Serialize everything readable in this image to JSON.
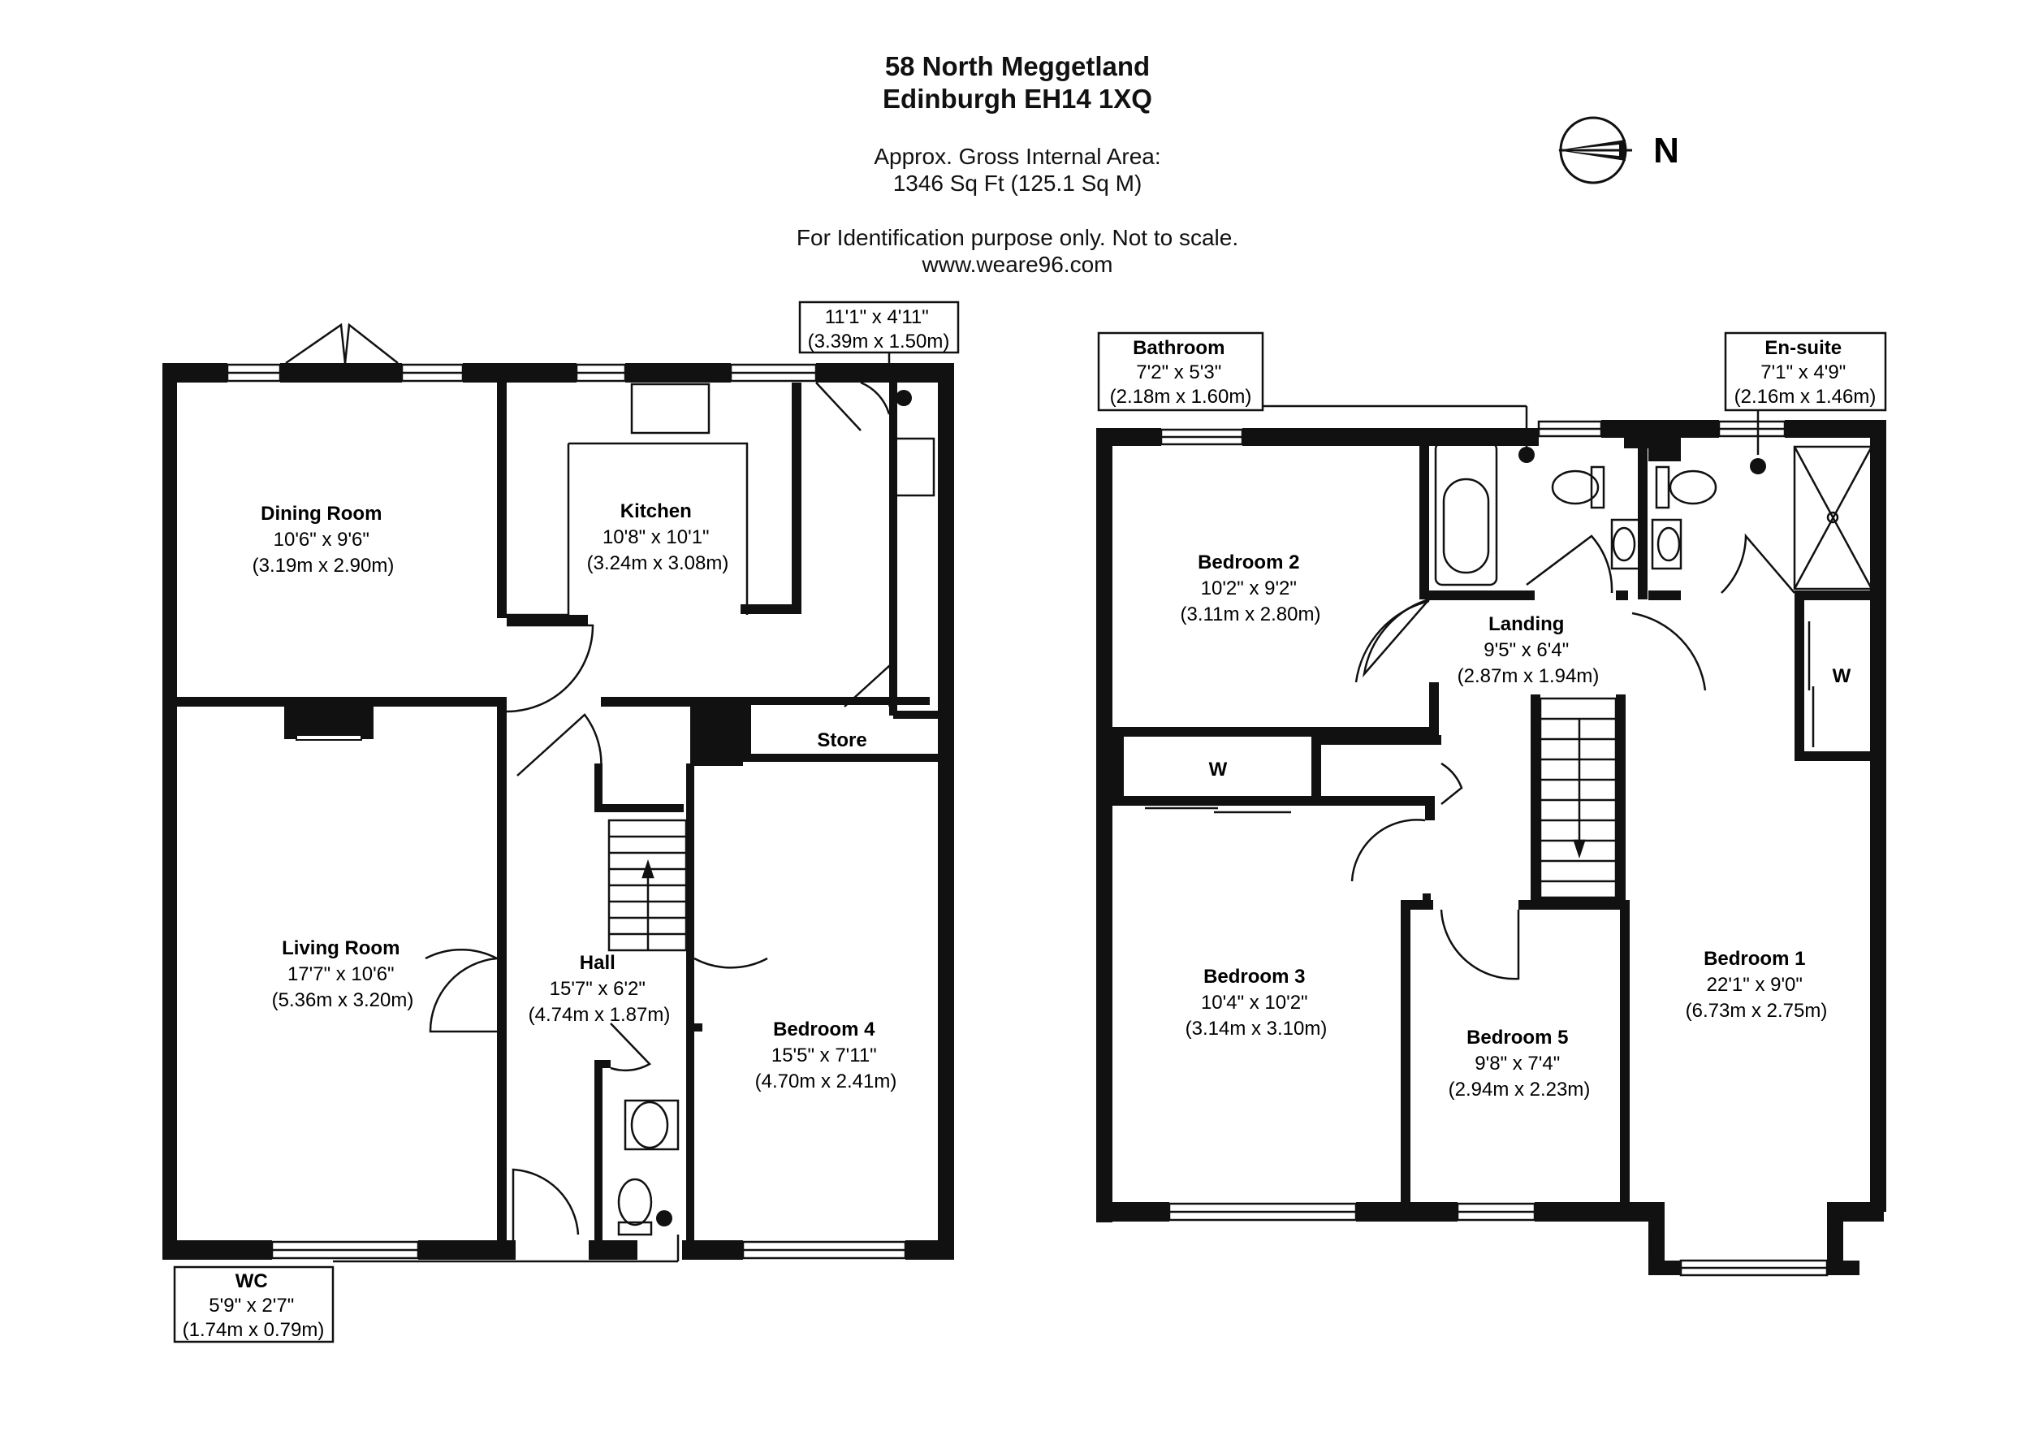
{
  "header": {
    "address_line1": "58 North Meggetland",
    "address_line2": "Edinburgh EH14 1XQ",
    "area_line1": "Approx. Gross Internal Area:",
    "area_line2": "1346 Sq Ft (125.1 Sq M)",
    "disclaimer": "For Identification purpose only. Not to scale.",
    "website": "www.weare96.com"
  },
  "compass": {
    "label": "N",
    "icon": "north-arrow-icon"
  },
  "ground_floor": {
    "rooms": [
      {
        "id": "dining-room",
        "name": "Dining Room",
        "imperial": "10'6\" x 9'6\"",
        "metric": "(3.19m x 2.90m)"
      },
      {
        "id": "kitchen",
        "name": "Kitchen",
        "imperial": "10'8\" x 10'1\"",
        "metric": "(3.24m x 3.08m)"
      },
      {
        "id": "living-room",
        "name": "Living Room",
        "imperial": "17'7\" x 10'6\"",
        "metric": "(5.36m x 3.20m)"
      },
      {
        "id": "hall",
        "name": "Hall",
        "imperial": "15'7\" x 6'2\"",
        "metric": "(4.74m x 1.87m)"
      },
      {
        "id": "bedroom-4",
        "name": "Bedroom 4",
        "imperial": "15'5\" x 7'11\"",
        "metric": "(4.70m x 2.41m)"
      },
      {
        "id": "store",
        "name": "Store"
      }
    ],
    "callouts": [
      {
        "id": "utility",
        "imperial": "11'1\" x 4'11\"",
        "metric": "(3.39m x 1.50m)"
      },
      {
        "id": "wc",
        "name": "WC",
        "imperial": "5'9\" x 2'7\"",
        "metric": "(1.74m x 0.79m)"
      }
    ]
  },
  "first_floor": {
    "rooms": [
      {
        "id": "bedroom-2",
        "name": "Bedroom 2",
        "imperial": "10'2\" x 9'2\"",
        "metric": "(3.11m x 2.80m)"
      },
      {
        "id": "landing",
        "name": "Landing",
        "imperial": "9'5\" x 6'4\"",
        "metric": "(2.87m x 1.94m)"
      },
      {
        "id": "bedroom-3",
        "name": "Bedroom 3",
        "imperial": "10'4\" x 10'2\"",
        "metric": "(3.14m x 3.10m)"
      },
      {
        "id": "bedroom-5",
        "name": "Bedroom 5",
        "imperial": "9'8\" x 7'4\"",
        "metric": "(2.94m x 2.23m)"
      },
      {
        "id": "bedroom-1",
        "name": "Bedroom 1",
        "imperial": "22'1\" x 9'0\"",
        "metric": "(6.73m x 2.75m)"
      }
    ],
    "wardrobe_label": "W",
    "callouts": [
      {
        "id": "bathroom",
        "name": "Bathroom",
        "imperial": "7'2\" x 5'3\"",
        "metric": "(2.18m x 1.60m)"
      },
      {
        "id": "en-suite",
        "name": "En-suite",
        "imperial": "7'1\" x 4'9\"",
        "metric": "(2.16m x 1.46m)"
      }
    ]
  }
}
